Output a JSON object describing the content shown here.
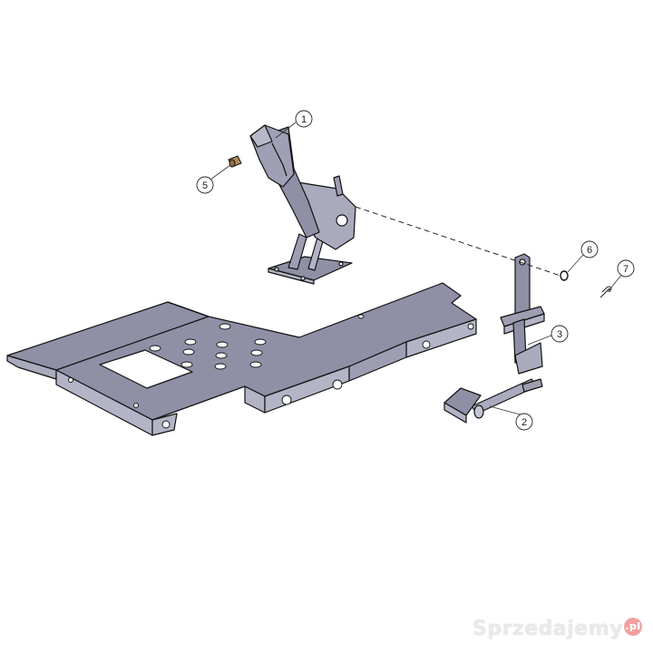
{
  "callouts": [
    {
      "id": "callout-1",
      "label": "1"
    },
    {
      "id": "callout-2",
      "label": "2"
    },
    {
      "id": "callout-3",
      "label": "3"
    },
    {
      "id": "callout-5",
      "label": "5"
    },
    {
      "id": "callout-6",
      "label": "6"
    },
    {
      "id": "callout-7",
      "label": "7"
    }
  ],
  "watermark": {
    "text": "Sprzedajemy",
    "badge": ".pl"
  },
  "colors": {
    "part_fill": "#8f90a6",
    "part_light": "#b2b3c4",
    "part_dark": "#6f7088",
    "outline": "#111111",
    "hole": "#ffffff"
  }
}
